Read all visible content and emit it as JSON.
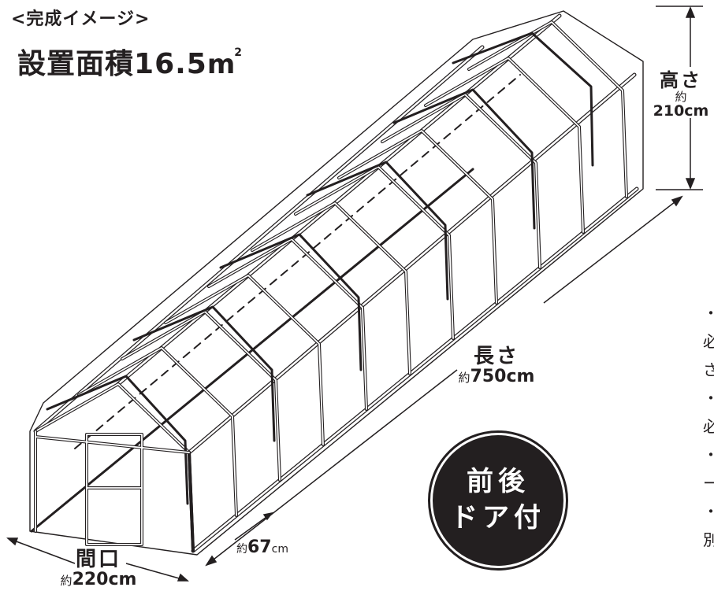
{
  "heading": "<完成イメージ>",
  "installation_area": {
    "label": "設置面積",
    "value": "16.5",
    "unit": "m",
    "superscript": "2"
  },
  "dimensions": {
    "height": {
      "name": "高さ",
      "approx": "約",
      "value": "210cm"
    },
    "length": {
      "name": "長さ",
      "approx": "約",
      "value": "750cm"
    },
    "width": {
      "name": "間口",
      "approx": "約",
      "value": "220cm"
    },
    "pitch": {
      "approx": "約",
      "value": "67",
      "unit": "cm"
    }
  },
  "badge": {
    "line1": "前後",
    "line2": "ドア付"
  },
  "cropped_notes": [
    "・",
    "必",
    "さ",
    "・",
    "必",
    "・",
    "ー",
    "・",
    "別"
  ]
}
